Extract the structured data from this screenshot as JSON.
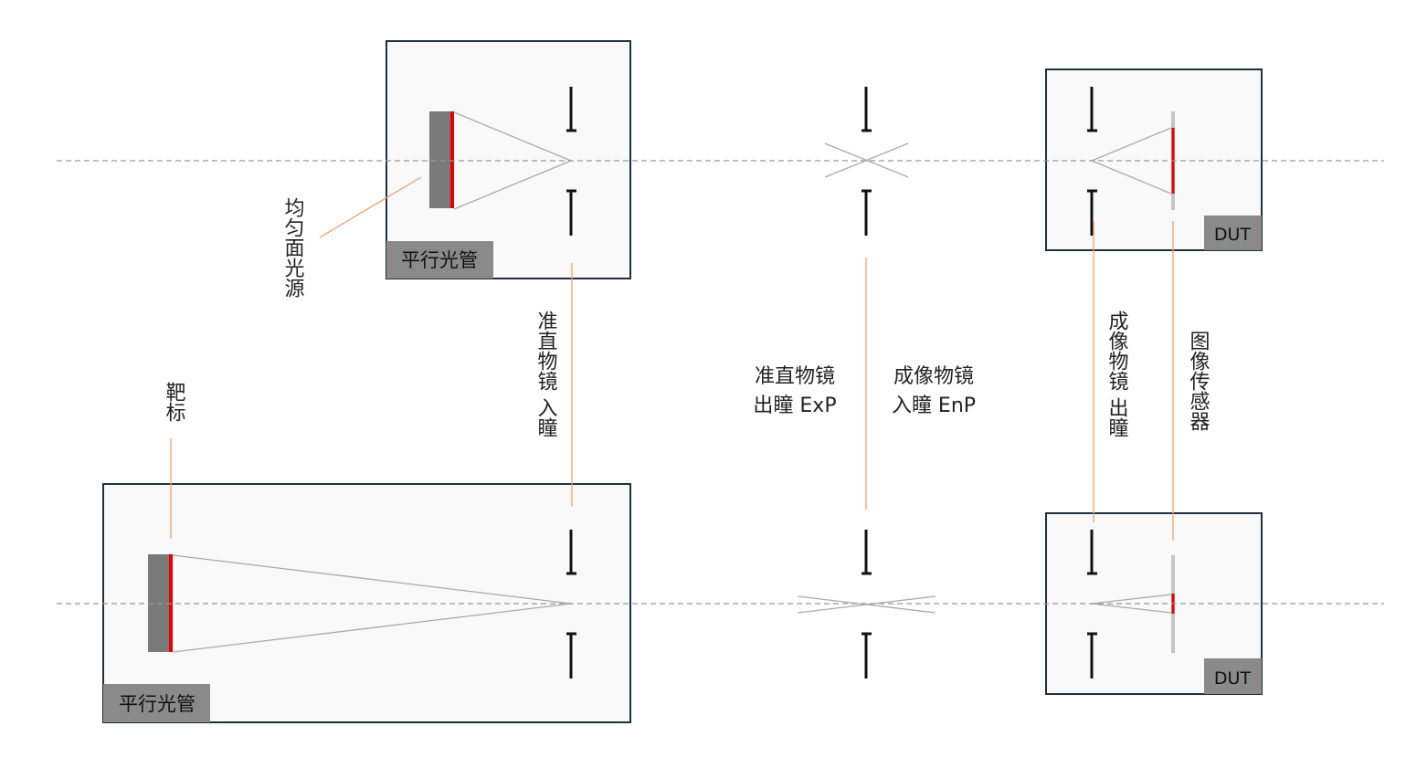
{
  "colors": {
    "box_fill": "#f9f9f9",
    "box_border": "#1e3040",
    "tag_fill": "#8a8a8a",
    "source_block": "#7a7a7a",
    "emitter": "#e60000",
    "leader": "#f0a070",
    "axis": "#999999",
    "ray": "#aaaaaa",
    "stop": "#111111",
    "sensor_plate": "#c4c4c4"
  },
  "labels": {
    "collimator_top": "平行光管",
    "collimator_bottom": "平行光管",
    "dut_top": "DUT",
    "dut_bottom": "DUT",
    "uniform_source": "均匀面光源",
    "target": "靶标",
    "collimator_enp": "准直物镜 入瞳",
    "collimator_exp_line1": "准直物镜",
    "collimator_exp_line2": "出瞳 ExP",
    "imaging_enp_line1": "成像物镜",
    "imaging_enp_line2": "入瞳 EnP",
    "imaging_exp": "成像物镜 出瞳",
    "image_sensor": "图像传感器"
  }
}
